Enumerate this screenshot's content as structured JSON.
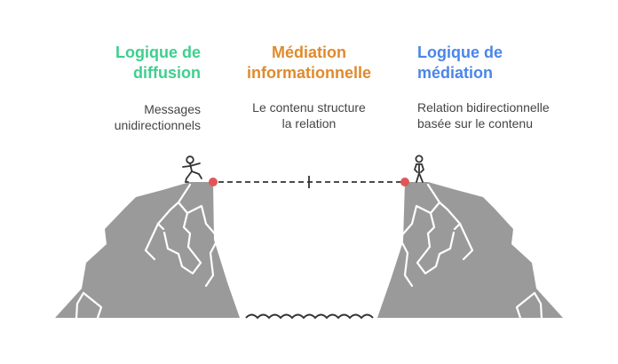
{
  "columns": [
    {
      "title_lines": [
        "Logique de",
        "diffusion"
      ],
      "desc_lines": [
        "Messages",
        "unidirectionnels"
      ],
      "color": "#3fcf8e"
    },
    {
      "title_lines": [
        "Médiation",
        "informationnelle"
      ],
      "desc_lines": [
        "Le contenu structure",
        "la relation"
      ],
      "color": "#e08a2c"
    },
    {
      "title_lines": [
        "Logique de",
        "médiation"
      ],
      "desc_lines": [
        "Relation bidirectionnelle",
        "basée sur le contenu"
      ],
      "color": "#4a86e8"
    }
  ],
  "colors": {
    "rock": "#9a9a9a",
    "rock_line": "#ffffff",
    "dot": "#e05656",
    "line": "#333333"
  },
  "icons": [
    "person-stepping-icon",
    "person-standing-icon",
    "water-waves-icon"
  ]
}
